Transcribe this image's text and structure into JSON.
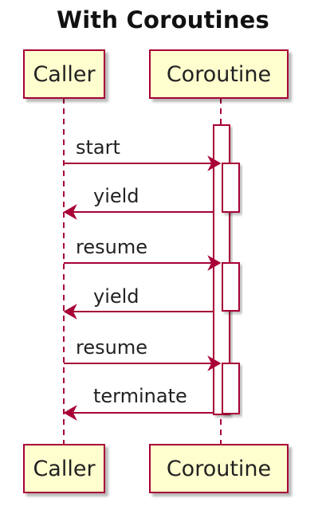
{
  "title": "With Coroutines",
  "participants": {
    "caller": {
      "name": "Caller"
    },
    "coroutine": {
      "name": "Coroutine"
    }
  },
  "messages": [
    {
      "from": "caller",
      "to": "coroutine",
      "label": "start"
    },
    {
      "from": "coroutine",
      "to": "caller",
      "label": "yield"
    },
    {
      "from": "caller",
      "to": "coroutine",
      "label": "resume"
    },
    {
      "from": "coroutine",
      "to": "caller",
      "label": "yield"
    },
    {
      "from": "caller",
      "to": "coroutine",
      "label": "resume"
    },
    {
      "from": "coroutine",
      "to": "caller",
      "label": "terminate"
    }
  ],
  "colors": {
    "participant_fill": "#fefece",
    "participant_border": "#a80036",
    "line": "#a80036",
    "activation_fill": "#ffffff",
    "text": "#222222"
  }
}
